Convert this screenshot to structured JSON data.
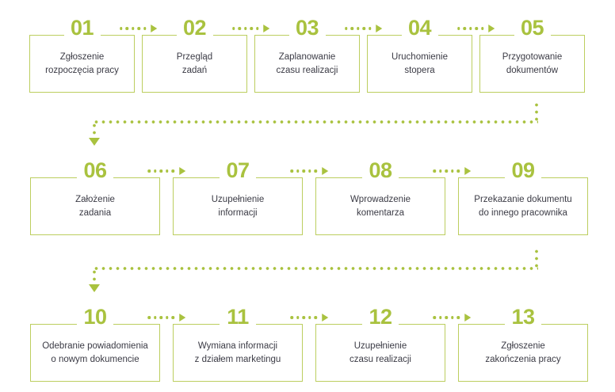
{
  "diagram": {
    "type": "process-flow",
    "colors": {
      "number": "#a9c23f",
      "box_border": "#bcce5f",
      "label_text": "#3b3b45",
      "connector": "#a9c23f",
      "background": "#ffffff"
    },
    "rows": [
      {
        "id": "row-1",
        "steps": [
          {
            "number": "01",
            "label": "Zgłoszenie\nrozpoczęcia pracy"
          },
          {
            "number": "02",
            "label": "Przegląd\nzadań"
          },
          {
            "number": "03",
            "label": "Zaplanowanie\nczasu realizacji"
          },
          {
            "number": "04",
            "label": "Uruchomienie\nstopera"
          },
          {
            "number": "05",
            "label": "Przygotowanie\ndokumentów"
          }
        ]
      },
      {
        "id": "row-2",
        "steps": [
          {
            "number": "06",
            "label": "Założenie\nzadania"
          },
          {
            "number": "07",
            "label": "Uzupełnienie\ninformacji"
          },
          {
            "number": "08",
            "label": "Wprowadzenie\nkomentarza"
          },
          {
            "number": "09",
            "label": "Przekazanie dokumentu\ndo innego pracownika"
          }
        ]
      },
      {
        "id": "row-3",
        "steps": [
          {
            "number": "10",
            "label": "Odebranie powiadomienia\no nowym dokumencie"
          },
          {
            "number": "11",
            "label": "Wymiana informacji\nz działem marketingu"
          },
          {
            "number": "12",
            "label": "Uzupełnienie\nczasu realizacji"
          },
          {
            "number": "13",
            "label": "Zgłoszenie\nzakończenia pracy"
          }
        ]
      }
    ],
    "connectors": {
      "horizontal_arrow": {
        "dot_count": 5,
        "icon": "dotted-arrow-right-icon"
      },
      "row_links": [
        {
          "from_step": "05",
          "to_step": "06",
          "icon": "dotted-arrow-down-icon"
        },
        {
          "from_step": "09",
          "to_step": "10",
          "icon": "dotted-arrow-down-icon"
        }
      ]
    }
  }
}
